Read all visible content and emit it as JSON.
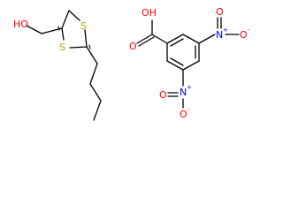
{
  "molecule_left": {
    "hydroxyl_label": "HO",
    "sulfur_top_label": "S",
    "sulfur_bottom_label": "S"
  },
  "molecule_right": {
    "acid_label": "OH",
    "acid_oxygen_label": "O",
    "nitro_right": {
      "nitrogen_label": "N",
      "nitrogen_charge": "+",
      "oxygen_label": "O",
      "oxygen_charge": "-",
      "double_oxygen_label": "O"
    },
    "nitro_bottom": {
      "nitrogen_label": "N",
      "nitrogen_charge": "+",
      "oxygen_label": "O",
      "oxygen_charge": "-",
      "double_oxygen_label": "O"
    }
  },
  "colors": {
    "bond": "#000000",
    "oxygen": "#ff0000",
    "sulfur": "#b8a000",
    "nitrogen": "#0000ff"
  }
}
